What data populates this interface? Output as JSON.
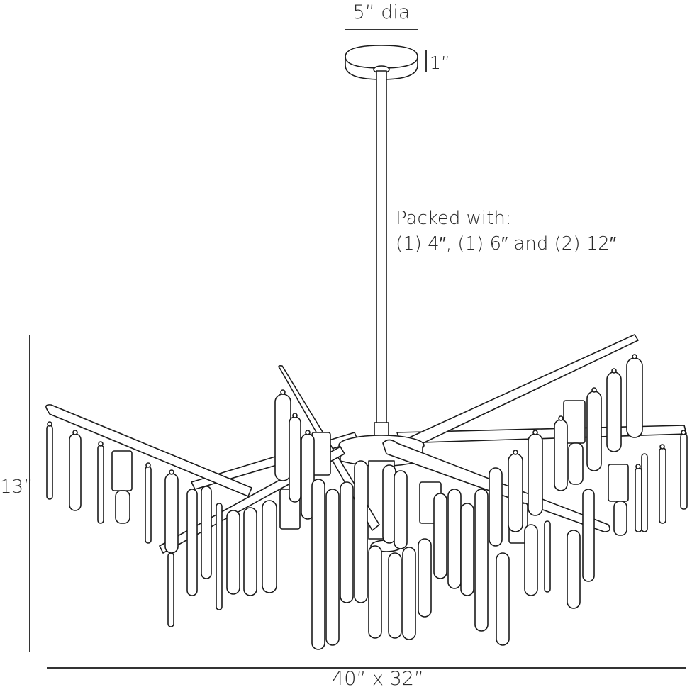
{
  "diagram": {
    "type": "product-dimension-drawing",
    "subject": "branch chandelier with hanging glass pendants",
    "dimensions": {
      "canopy_diameter": "5” dia",
      "canopy_height": "1”",
      "fixture_height": "13”",
      "fixture_width_depth": "40” x 32”"
    },
    "note": {
      "line1": "Packed with:",
      "line2": "(1) 4″, (1) 6″ and (2) 12″"
    },
    "colors": {
      "background": "#ffffff",
      "line": "#1a1a1a"
    }
  }
}
